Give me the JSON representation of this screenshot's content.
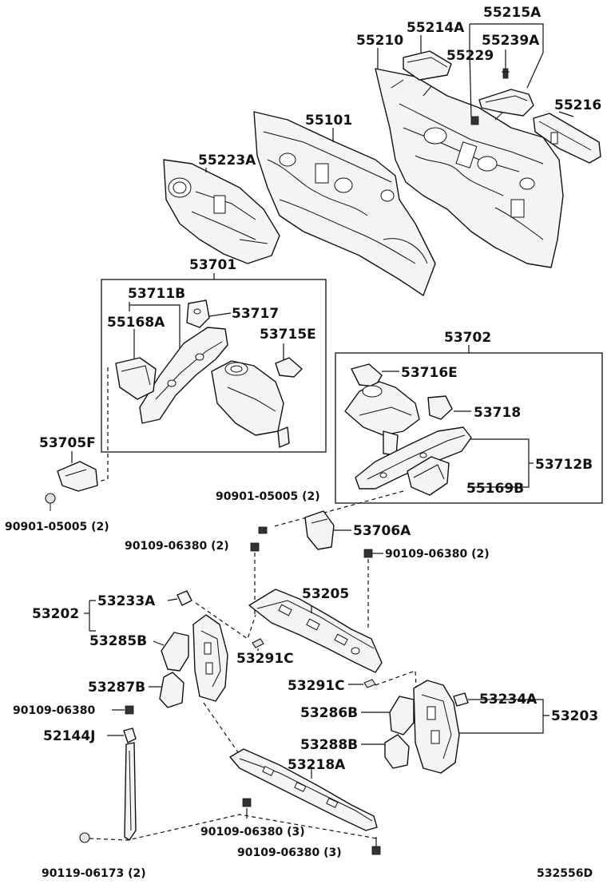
{
  "labels": {
    "p55215A": "55215A",
    "p55214A": "55214A",
    "p55239A": "55239A",
    "p55210": "55210",
    "p55229": "55229",
    "p55216": "55216",
    "p55101": "55101",
    "p55223A": "55223A",
    "p53701": "53701",
    "p53711B": "53711B",
    "p53717": "53717",
    "p55168A": "55168A",
    "p53715E": "53715E",
    "p53702": "53702",
    "p53716E": "53716E",
    "p53718": "53718",
    "p53712B": "53712B",
    "p55169B": "55169B",
    "p53705F": "53705F",
    "p90901_05005_l": "90901-05005 (2)",
    "p90901_05005_r": "90901-05005 (2)",
    "p53706A": "53706A",
    "p90109_06380_2a": "90109-06380 (2)",
    "p90109_06380_2b": "90109-06380 (2)",
    "p53202": "53202",
    "p53233A": "53233A",
    "p53205": "53205",
    "p53285B": "53285B",
    "p53291C_a": "53291C",
    "p53291C_b": "53291C",
    "p53287B": "53287B",
    "p90109_06380": "90109-06380",
    "p53234A": "53234A",
    "p53203": "53203",
    "p53286B": "53286B",
    "p52144J": "52144J",
    "p53288B": "53288B",
    "p53218A": "53218A",
    "p90109_06380_3a": "90109-06380 (3)",
    "p90109_06380_3b": "90109-06380 (3)",
    "p90119_06173": "90119-06173 (2)",
    "drawing_number": "532556D"
  }
}
